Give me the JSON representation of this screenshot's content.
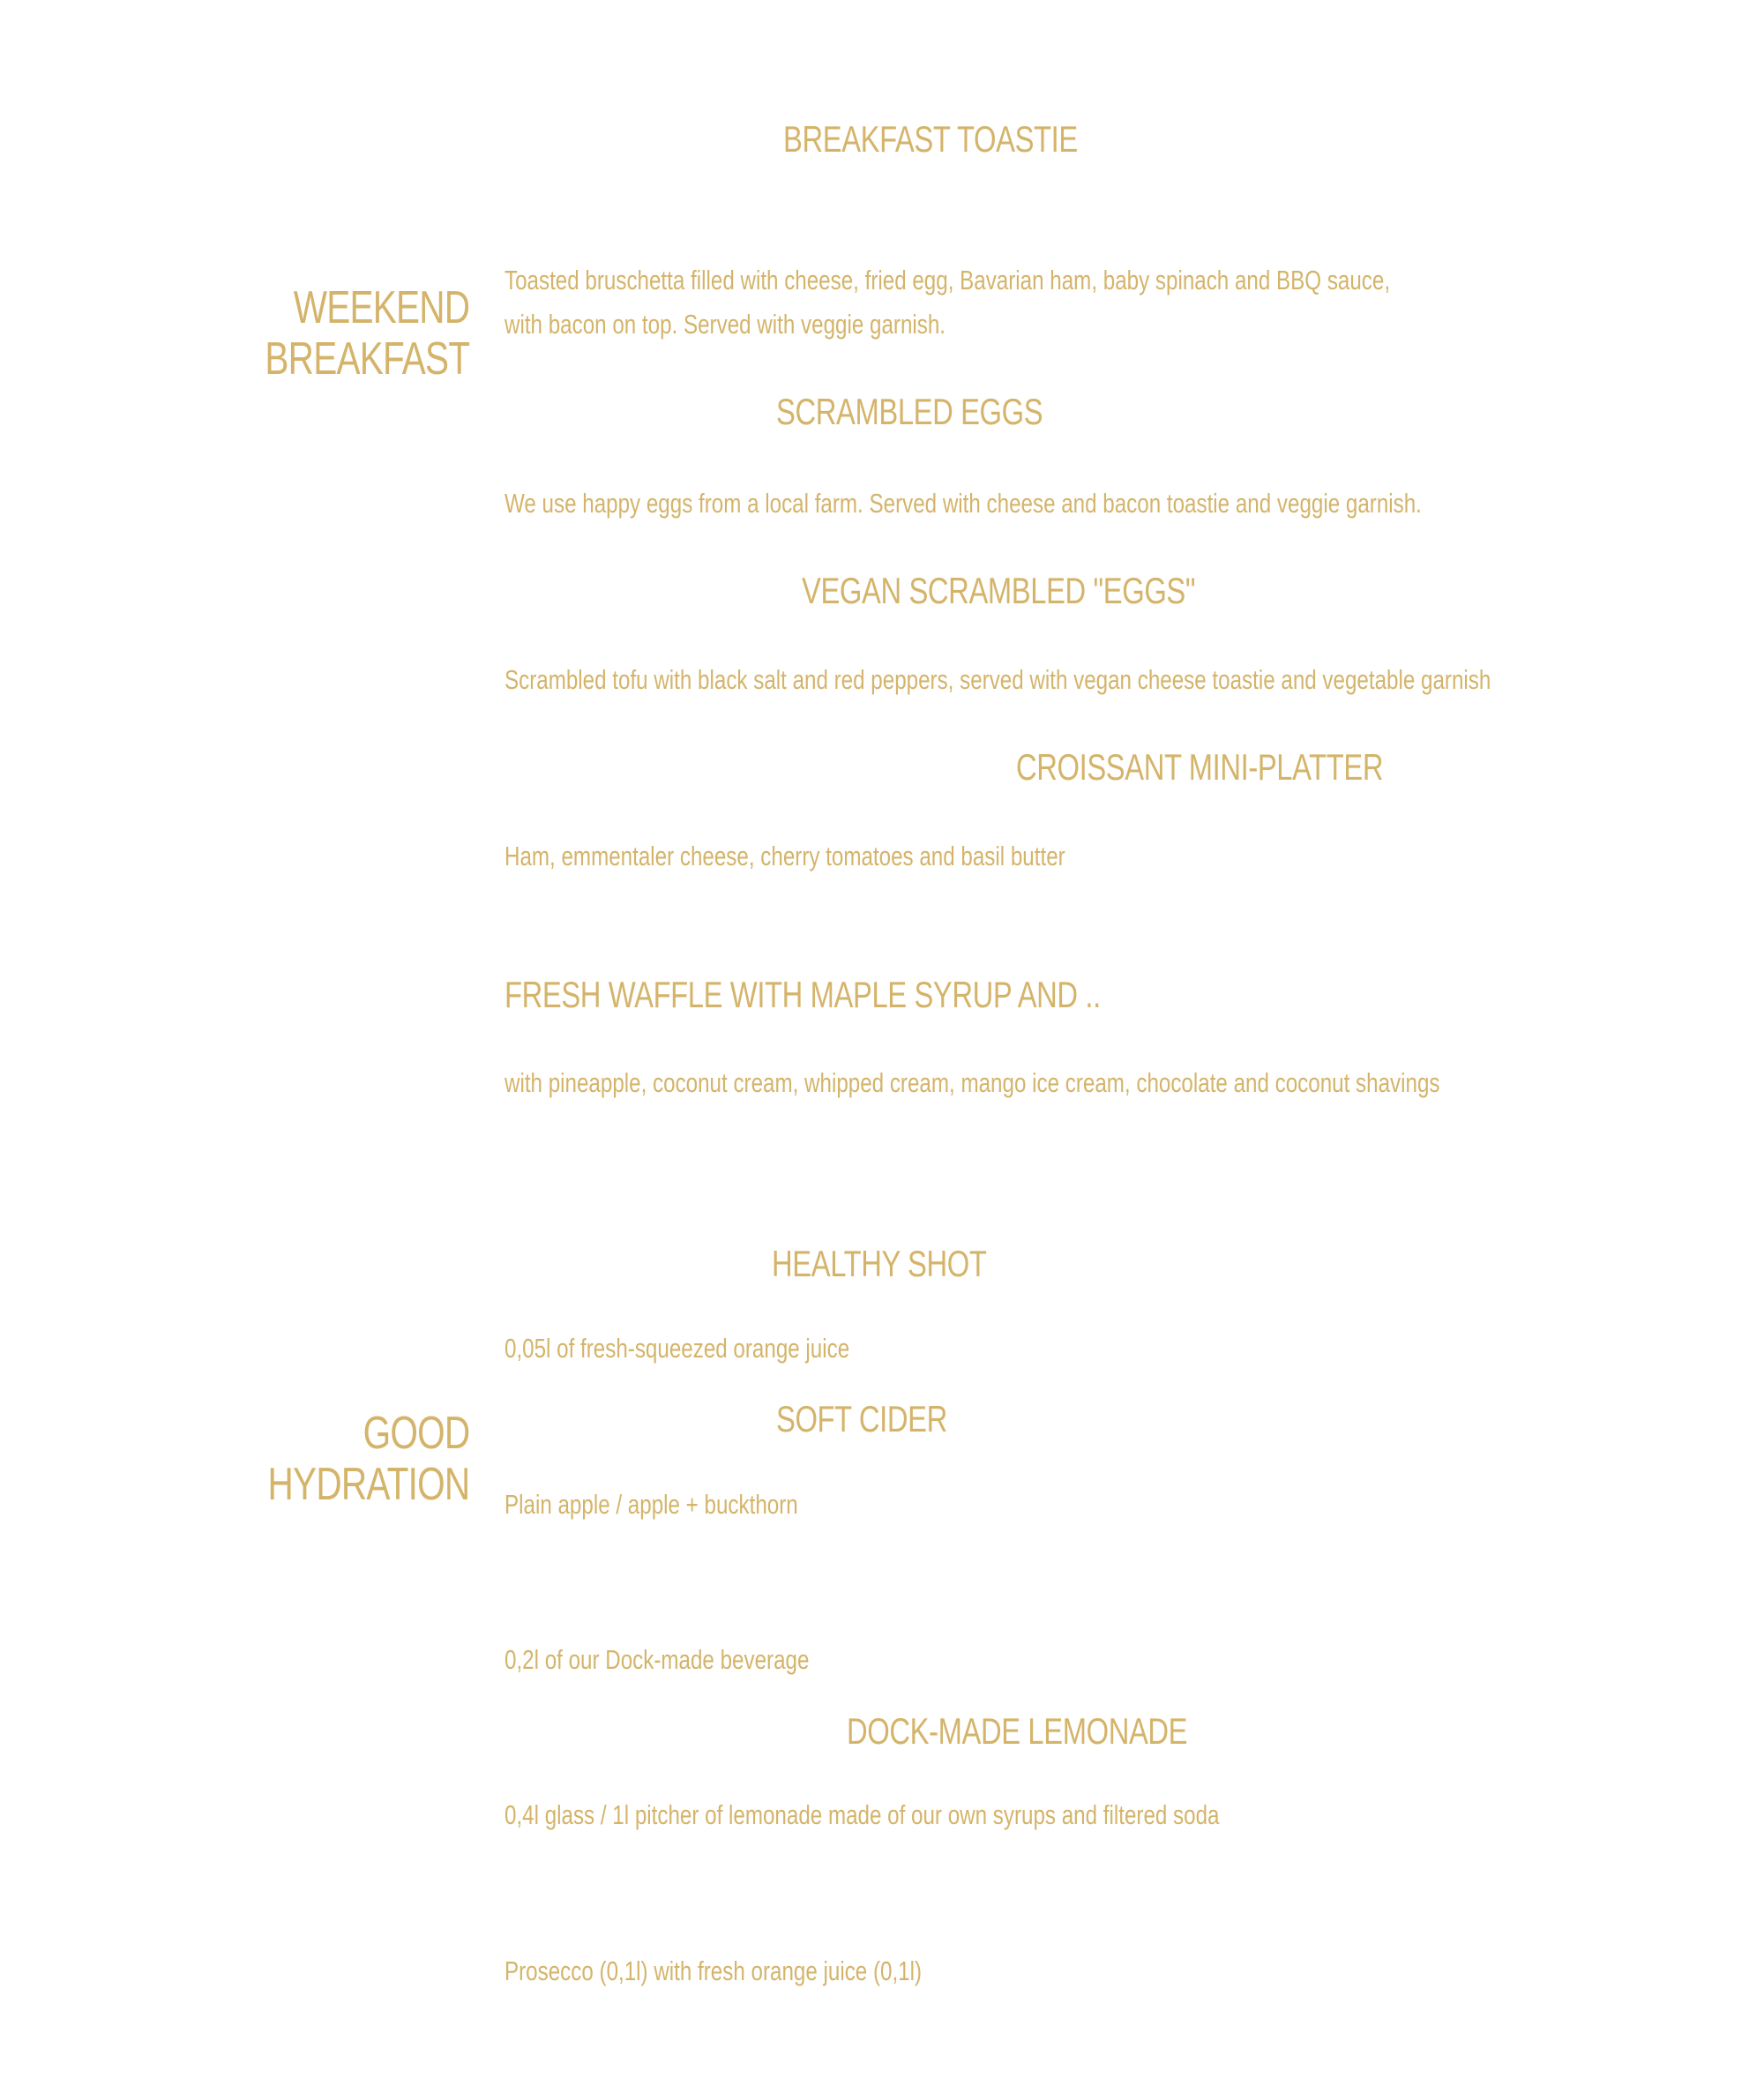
{
  "sections": {
    "breakfast": {
      "line1": "WEEKEND",
      "line2": "BREAKFAST"
    },
    "hydration": {
      "line1": "GOOD",
      "line2": "HYDRATION"
    }
  },
  "items": {
    "toastie": {
      "title": "BREAKFAST TOASTIE",
      "desc_line1": "Toasted bruschetta filled with cheese, fried egg, Bavarian ham, baby spinach and BBQ sauce,",
      "desc_line2": "with bacon on top. Served with veggie garnish."
    },
    "scrambled": {
      "title": "SCRAMBLED EGGS",
      "desc": "We use happy eggs from a local farm. Served with cheese and bacon toastie and veggie garnish."
    },
    "vegan": {
      "title": "VEGAN SCRAMBLED \"EGGS\"",
      "desc": "Scrambled tofu with black salt and red peppers, served with vegan cheese toastie and vegetable garnish"
    },
    "croissant": {
      "title": "CROISSANT MINI-PLATTER",
      "desc": "Ham, emmentaler cheese, cherry tomatoes and basil butter"
    },
    "waffle": {
      "title": "FRESH WAFFLE WITH MAPLE SYRUP AND ..",
      "desc": "with pineapple, coconut cream, whipped cream, mango ice cream, chocolate and coconut shavings"
    },
    "shot": {
      "title": "HEALTHY SHOT",
      "desc": "0,05l of fresh-squeezed orange juice"
    },
    "cider": {
      "title": "SOFT CIDER",
      "desc": "Plain apple / apple + buckthorn"
    },
    "beverage": {
      "desc": "0,2l of our Dock-made beverage"
    },
    "lemonade": {
      "title": "DOCK-MADE LEMONADE",
      "desc": "0,4l glass / 1l pitcher of lemonade made of our own syrups and filtered soda"
    },
    "mimosa": {
      "desc": "Prosecco (0,1l) with fresh orange juice (0,1l)"
    }
  },
  "colors": {
    "accent": "#d4b46a",
    "background": "#ffffff"
  }
}
